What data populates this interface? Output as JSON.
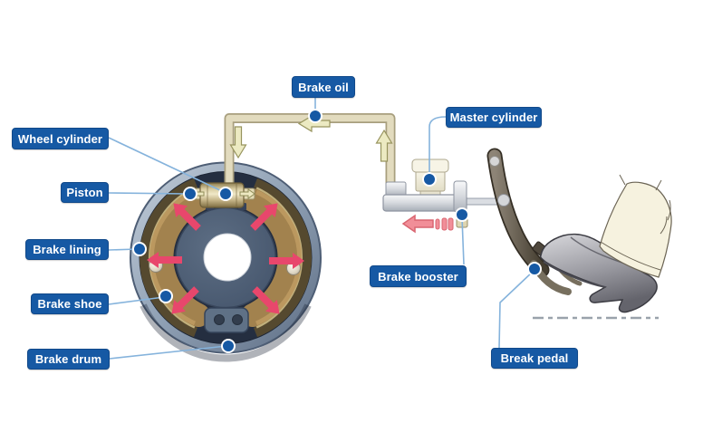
{
  "page": {
    "background": "#ffffff"
  },
  "colors": {
    "label_background": "#1659a4",
    "label_border": "#11498a",
    "label_text": "#ffffff",
    "leader_line": "#85b3dc",
    "callout_dot": "#1659a4",
    "pipe_fill": "#e2dbbe",
    "pipe_outline": "#a89f7e",
    "flow_arrow_fill": "#eceac2",
    "flow_arrow_outline": "#97945e",
    "pressure_arrow": "#e8476c",
    "booster_arrow": "#f18e98",
    "drum_rim": "#8fa0b4",
    "drum_interior": "#242e40",
    "brake_lining_dark": "#55492f",
    "brake_lining_gold": "#c1b07c",
    "brake_shoe_brown": "#a2824e",
    "hub_plate": "#4b5b71",
    "wheel_cylinder_brass": "#d9cda2",
    "master_cylinder_grey": "#d5d8dd",
    "reservoir_cream": "#f1ecd9",
    "pedal_lever": "#5a5244",
    "shoe_grey": "#9b9ba2",
    "pant_cream": "#f6f2df",
    "floor_line": "#9aa2ab"
  },
  "callouts": {
    "brake_oil": {
      "label": "Brake oil"
    },
    "wheel_cylinder": {
      "label": "Wheel cylinder"
    },
    "piston": {
      "label": "Piston"
    },
    "brake_lining": {
      "label": "Brake lining"
    },
    "brake_shoe": {
      "label": "Brake shoe"
    },
    "brake_drum": {
      "label": "Brake drum"
    },
    "master_cylinder": {
      "label": "Master cylinder"
    },
    "brake_booster": {
      "label": "Brake booster"
    },
    "break_pedal": {
      "label": "Break pedal"
    }
  }
}
